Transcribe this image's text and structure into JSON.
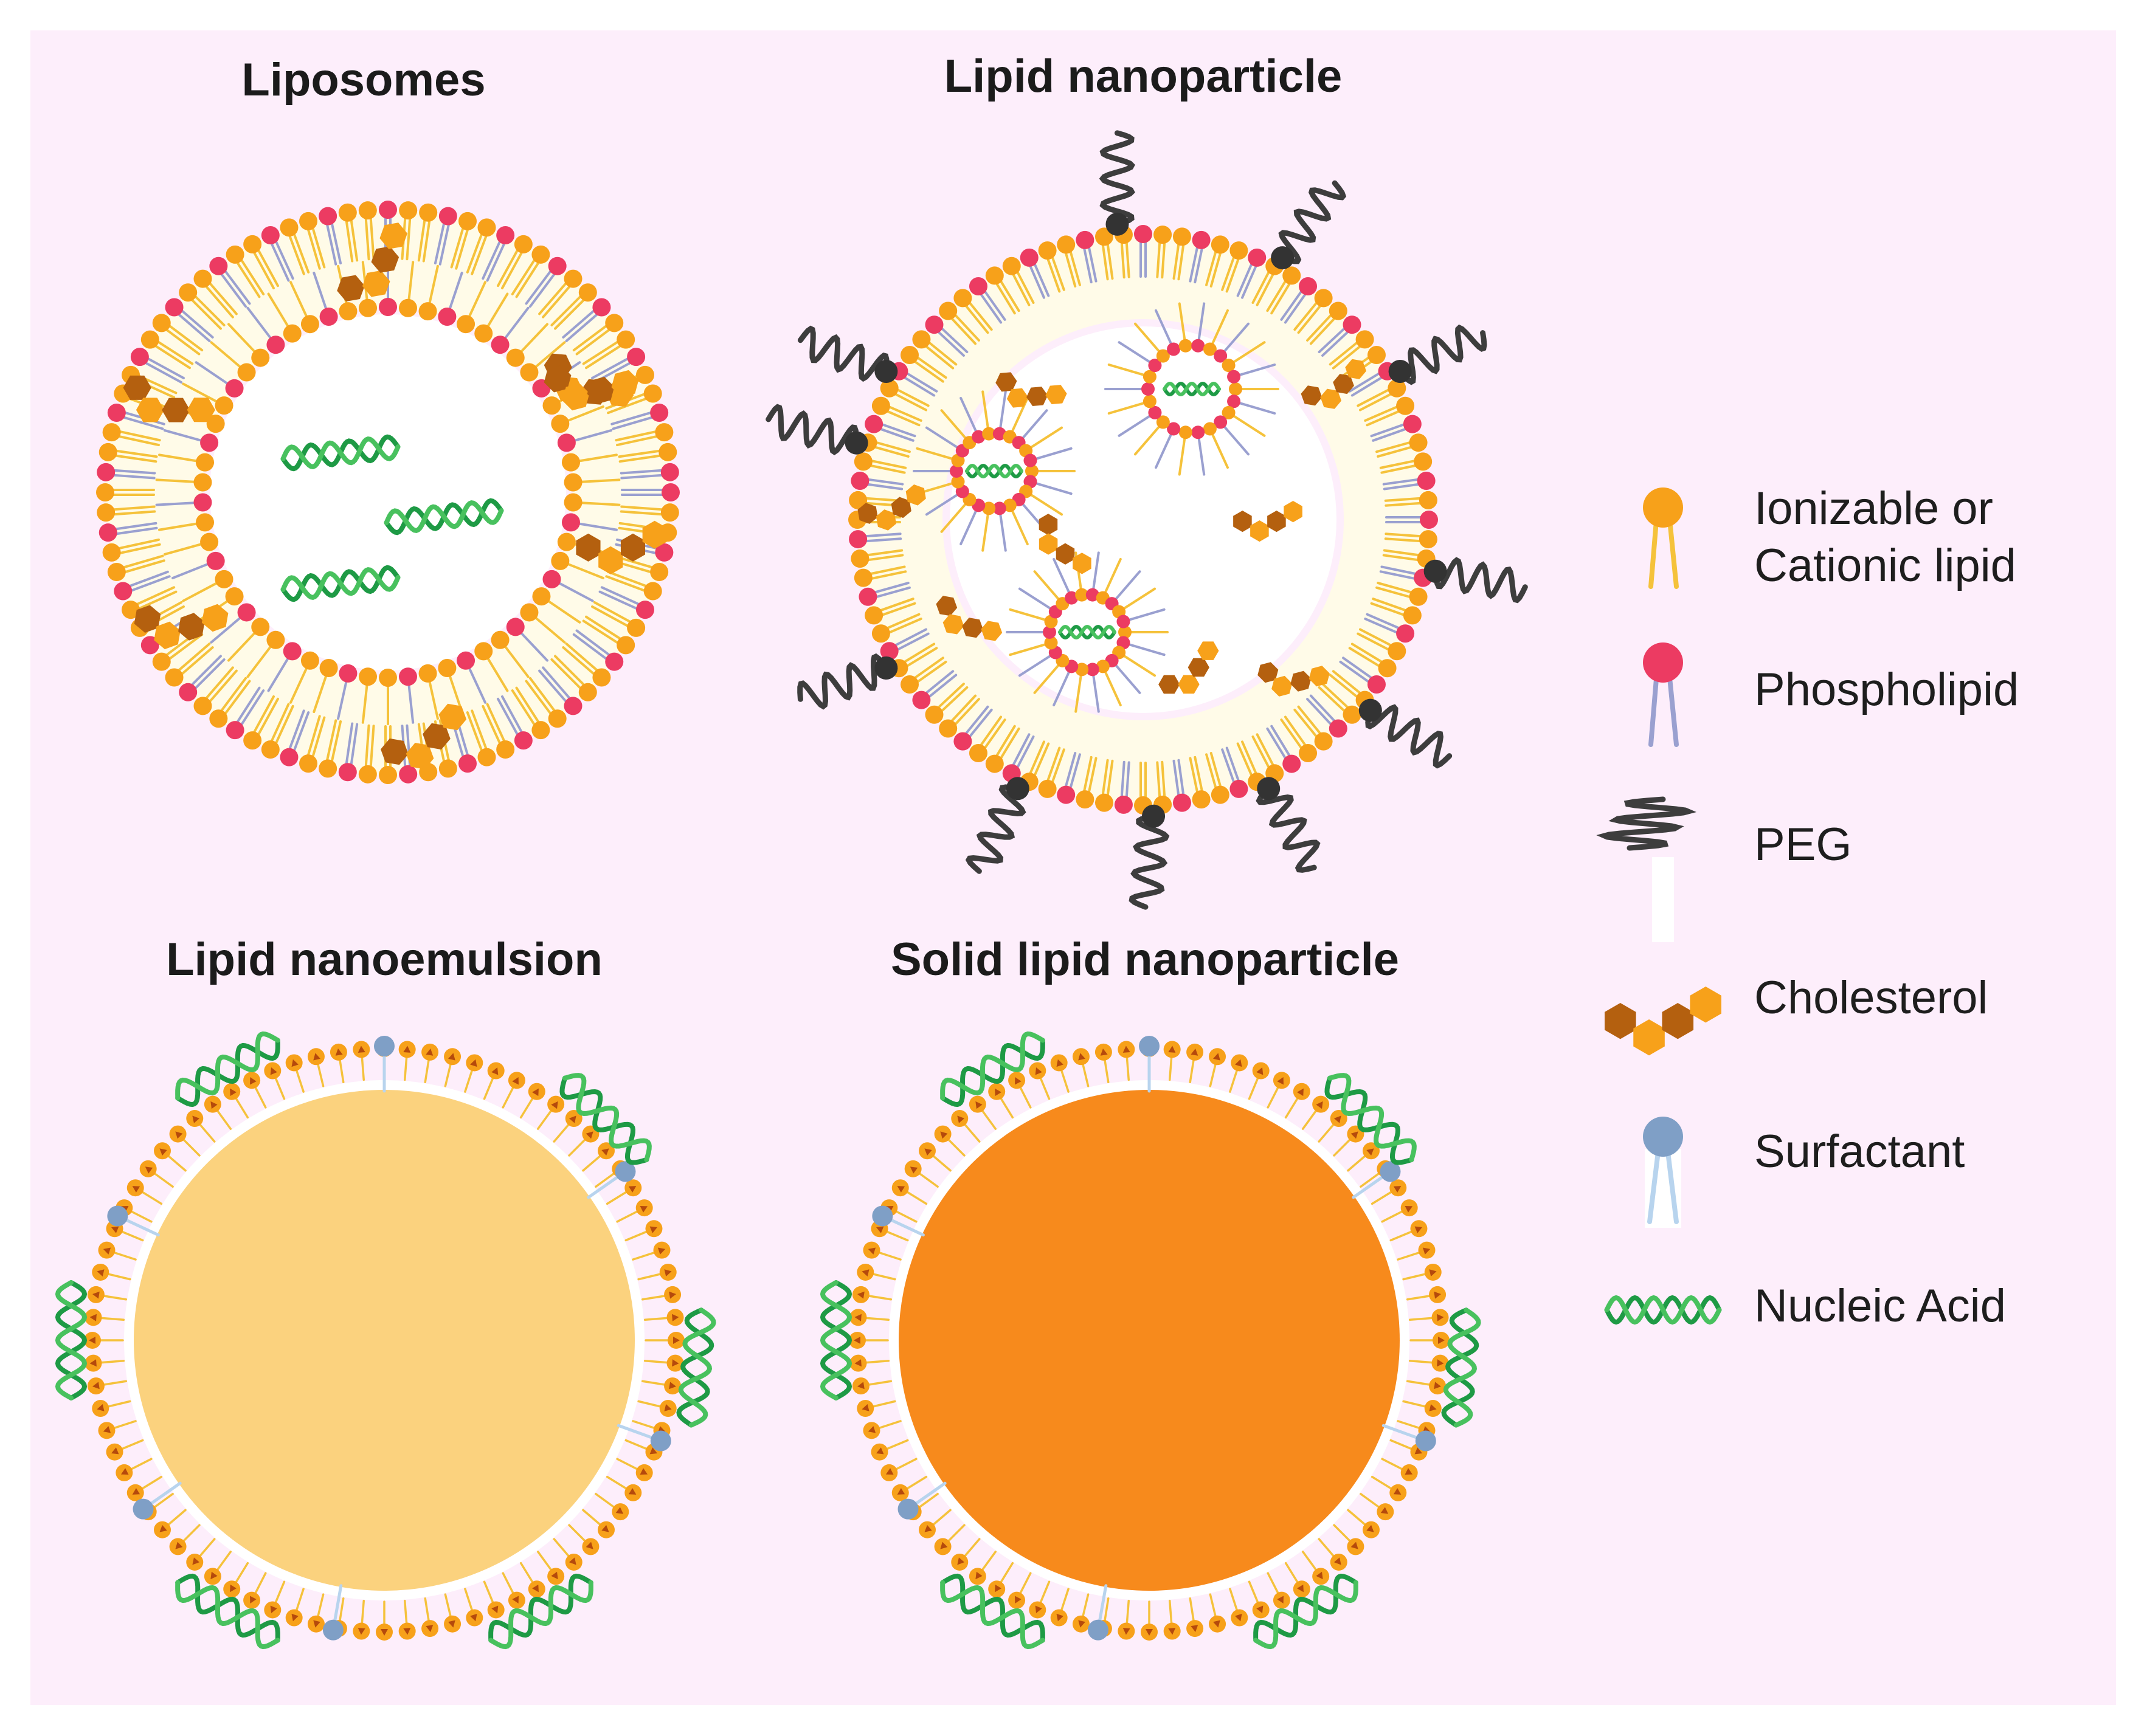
{
  "panels": {
    "liposomes": {
      "title": "Liposomes"
    },
    "lipid_nanoparticle": {
      "title": "Lipid nanoparticle"
    },
    "lipid_nanoemulsion": {
      "title": "Lipid nanoemulsion"
    },
    "solid_lipid_nanoparticle": {
      "title": "Solid lipid nanoparticle"
    }
  },
  "legend": {
    "ionizable": {
      "line1": "Ionizable or",
      "line2": "Cationic lipid"
    },
    "phospholipid": {
      "label": "Phospholipid"
    },
    "peg": {
      "label": "PEG"
    },
    "cholesterol": {
      "label": "Cholesterol"
    },
    "surfactant": {
      "label": "Surfactant"
    },
    "nucleic_acid": {
      "label": "Nucleic Acid"
    }
  },
  "colors": {
    "background": "#fdeefb",
    "ionizable_head": "#f7a11a",
    "ionizable_tail": "#f5c23b",
    "phospholipid_head": "#ec3b62",
    "phospholipid_tail": "#9aa0d0",
    "peg": "#3d3d3d",
    "cholesterol_dark": "#b4600f",
    "cholesterol_light": "#f7a11a",
    "surfactant_head": "#7f9fc6",
    "surfactant_tail": "#b8d4ee",
    "nucleic_green": "#1e9a45",
    "nucleic_light": "#48c15e",
    "nanoemulsion_core": "#fbd27e",
    "solid_core": "#f78a1c",
    "shell_triangle": "#b54a0c"
  }
}
